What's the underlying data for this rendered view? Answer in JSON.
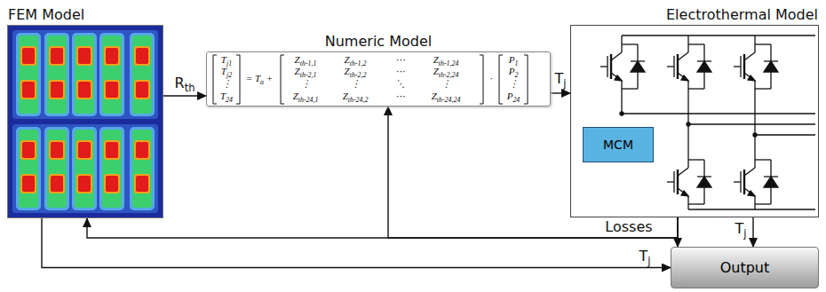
{
  "diagram": {
    "nodes": [
      {
        "text": [
          "FEM Model"
        ]
      },
      {
        "text": [
          "Numeric Model"
        ]
      },
      {
        "text": [
          "Electrothermal Model"
        ]
      },
      {
        "text": [
          "MCM"
        ],
        "in": 2
      },
      {
        "text": [
          "Output"
        ]
      }
    ],
    "edges": [
      {
        "from": 0,
        "to": 1,
        "label": "Rth",
        "arrow": "to"
      },
      {
        "from": 1,
        "to": 2,
        "label": "Tj",
        "arrow": "to"
      },
      {
        "from": 2,
        "to": 0,
        "label": "Losses",
        "arrow": "to"
      },
      {
        "from": 2,
        "to": 1,
        "arrow": "to"
      },
      {
        "from": 2,
        "to": 4,
        "arrow": "to"
      },
      {
        "from": 2,
        "to": 4,
        "label": "Tj",
        "arrow": "to"
      },
      {
        "from": 0,
        "to": 4,
        "label": "Tj",
        "arrow": "to"
      }
    ],
    "labels": [
      "Tj1",
      "Tj2",
      "⋮",
      "T24",
      "= Ta +",
      "Zth-1,1",
      "Zth-1,2",
      "⋯",
      "Zth-1,24",
      "Zth-2,1",
      "Zth-2,2",
      "⋯",
      "Zth-2,24",
      "⋮",
      "⋮",
      "⋱",
      "⋮",
      "Zth-24,1",
      "Zth-24,2",
      "⋯",
      "Zth-24,24",
      "·",
      "P1",
      "P2",
      "⋮",
      "P24"
    ]
  }
}
